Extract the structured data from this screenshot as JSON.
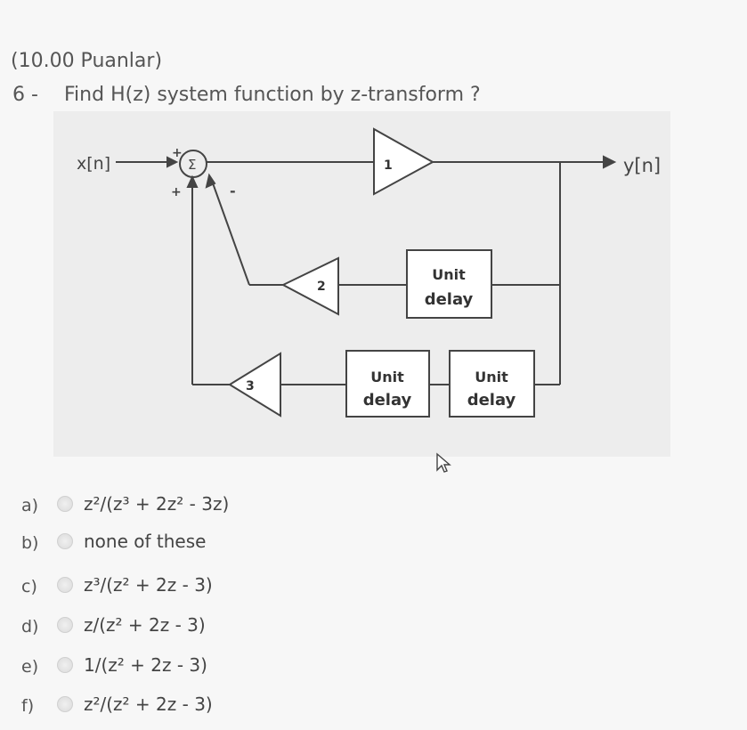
{
  "question": {
    "points": "(10.00 Puanlar)",
    "number": "6 -",
    "text": "Find H(z) system function by z-transform ?"
  },
  "diagram": {
    "input_label": "x[n]",
    "output_label": "y[n]",
    "sum_symbol": "Σ",
    "sign_plus_top": "+",
    "sign_plus_bottom": "+",
    "sign_minus": "-",
    "gain_forward": "1",
    "gain_feedback_1": "2",
    "gain_feedback_2": "3",
    "delay_1": [
      "Unit",
      "delay"
    ],
    "delay_2": [
      "Unit",
      "delay"
    ],
    "delay_3": [
      "Unit",
      "delay"
    ]
  },
  "options": [
    {
      "letter": "a)",
      "text": "z²/(z³ + 2z² - 3z)"
    },
    {
      "letter": "b)",
      "text": "none of these"
    },
    {
      "letter": "c)",
      "text": "z³/(z² + 2z - 3)"
    },
    {
      "letter": "d)",
      "text": "z/(z² + 2z - 3)"
    },
    {
      "letter": "e)",
      "text": "1/(z² + 2z - 3)"
    },
    {
      "letter": "f)",
      "text": "z²/(z² + 2z - 3)"
    }
  ],
  "icons": {
    "cursor": "mouse-pointer-icon",
    "radio": "radio-button-icon"
  }
}
